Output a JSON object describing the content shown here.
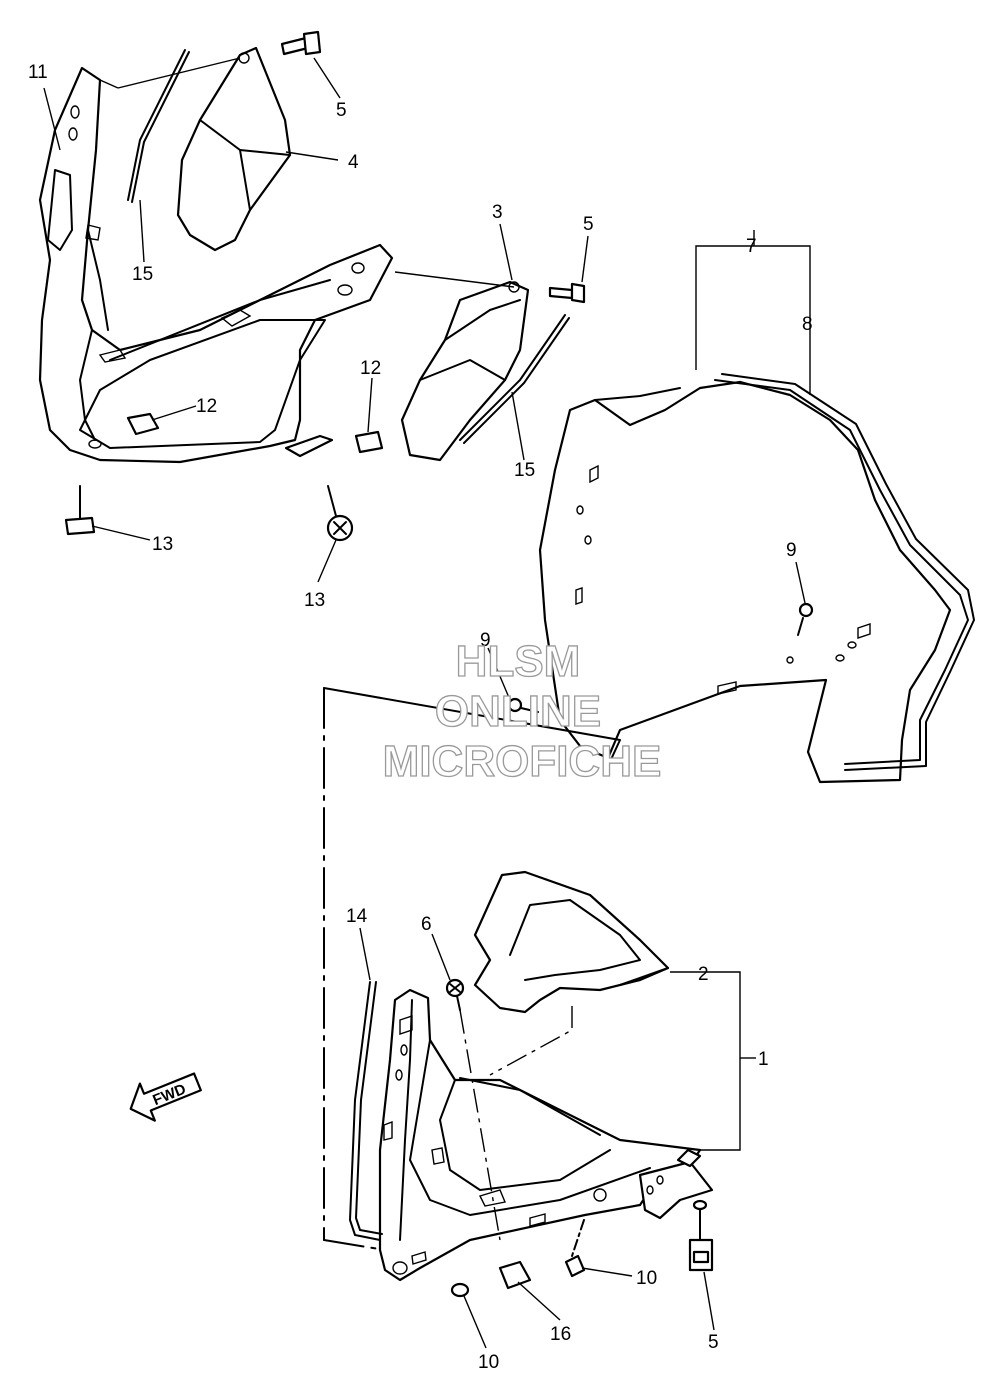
{
  "callouts": [
    "1",
    "2",
    "3",
    "4",
    "5",
    "6",
    "7",
    "8",
    "9",
    "10",
    "11",
    "12",
    "13",
    "14",
    "15",
    "16"
  ],
  "labels": {
    "c11": "11",
    "c5a": "5",
    "c4": "4",
    "c15a": "15",
    "c3": "3",
    "c5b": "5",
    "c7": "7",
    "c8": "8",
    "c12a": "12",
    "c12b": "12",
    "c15b": "15",
    "c13a": "13",
    "c13b": "13",
    "c9a": "9",
    "c9b": "9",
    "c14": "14",
    "c6": "6",
    "c2": "2",
    "c1": "1",
    "c10a": "10",
    "c10b": "10",
    "c16": "16",
    "c5c": "5"
  },
  "watermark": {
    "line1": "HLSM",
    "line2": "ONLINE",
    "line3": "MICROFICHE"
  },
  "fwd_arrow": {
    "text": "FWD"
  },
  "colors": {
    "line": "#000000",
    "background": "#ffffff",
    "watermark_outline": "#9a9a9a"
  }
}
